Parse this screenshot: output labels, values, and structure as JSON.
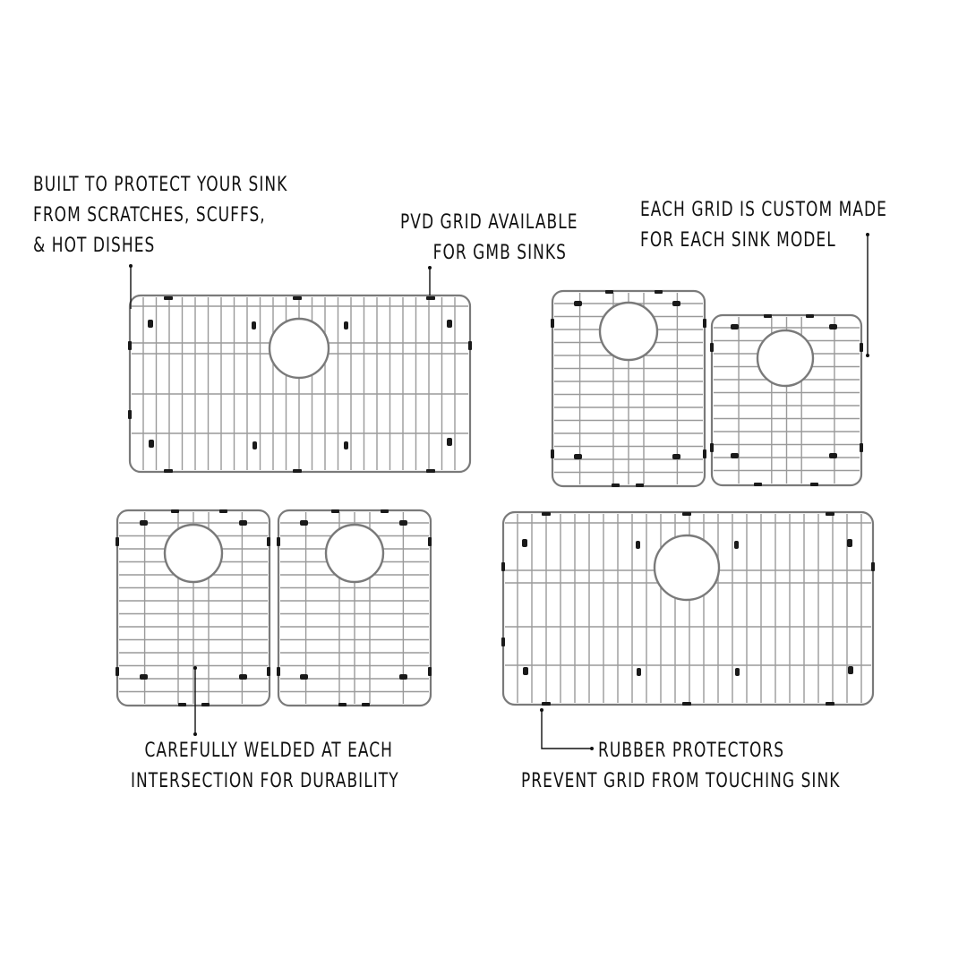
{
  "annotations": {
    "protect": {
      "lines": [
        "BUILT TO PROTECT YOUR SINK",
        "FROM SCRATCHES, SCUFFS,",
        "& HOT DISHES"
      ]
    },
    "pvd": {
      "lines": [
        "PVD GRID AVAILABLE",
        "FOR GMB SINKS"
      ]
    },
    "custom": {
      "lines": [
        "EACH GRID IS CUSTOM MADE",
        "FOR EACH SINK MODEL"
      ]
    },
    "welded": {
      "lines": [
        "CAREFULLY WELDED AT EACH",
        "INTERSECTION FOR DURABILITY"
      ]
    },
    "rubber": {
      "lines": [
        "RUBBER PROTECTORS",
        "PREVENT GRID FROM TOUCHING SINK"
      ]
    }
  },
  "products": [
    {
      "name": "large-single-bowl-grid-top",
      "type": "wide"
    },
    {
      "name": "tall-bowl-grid-right-a",
      "type": "tall"
    },
    {
      "name": "short-bowl-grid-right-b",
      "type": "tall"
    },
    {
      "name": "bowl-grid-bottom-left-a",
      "type": "tall"
    },
    {
      "name": "bowl-grid-bottom-left-b",
      "type": "tall"
    },
    {
      "name": "large-single-bowl-grid-bottom",
      "type": "wide"
    }
  ],
  "colors": {
    "wire": "#8a8a8a",
    "protector": "#1a1a1a",
    "text": "#111111",
    "background": "#ffffff"
  }
}
